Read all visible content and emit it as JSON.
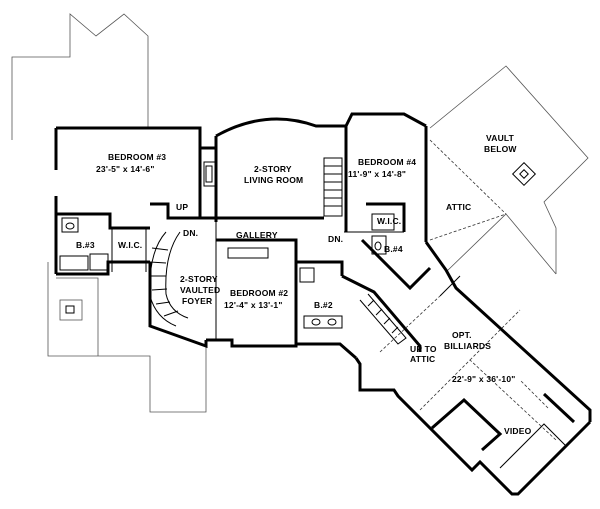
{
  "rooms": {
    "bedroom3": {
      "name": "BEDROOM #3",
      "dims": "23'-5\" x 14'-6\""
    },
    "living": {
      "line1": "2-STORY",
      "line2": "LIVING ROOM"
    },
    "bedroom4": {
      "name": "BEDROOM #4",
      "dims": "11'-9\" x 14'-8\""
    },
    "vault": {
      "line1": "VAULT",
      "line2": "BELOW"
    },
    "attic": "ATTIC",
    "up": "UP",
    "dn_left": "DN.",
    "gallery": "GALLERY",
    "dn_center": "DN.",
    "bath3": "B.#3",
    "wic_left": "W.I.C.",
    "wic_right": "W.I.C.",
    "bath4": "B.#4",
    "foyer": {
      "line1": "2-STORY",
      "line2": "VAULTED",
      "line3": "FOYER"
    },
    "bedroom2": {
      "name": "BEDROOM #2",
      "dims": "12'-4\" x 13'-1\""
    },
    "bath2": "B.#2",
    "billiards": {
      "line1": "OPT.",
      "line2": "BILLIARDS",
      "dims": "22'-9\" x 36'-10\""
    },
    "up_attic": {
      "line1": "UP TO",
      "line2": "ATTIC"
    },
    "video": "VIDEO"
  }
}
